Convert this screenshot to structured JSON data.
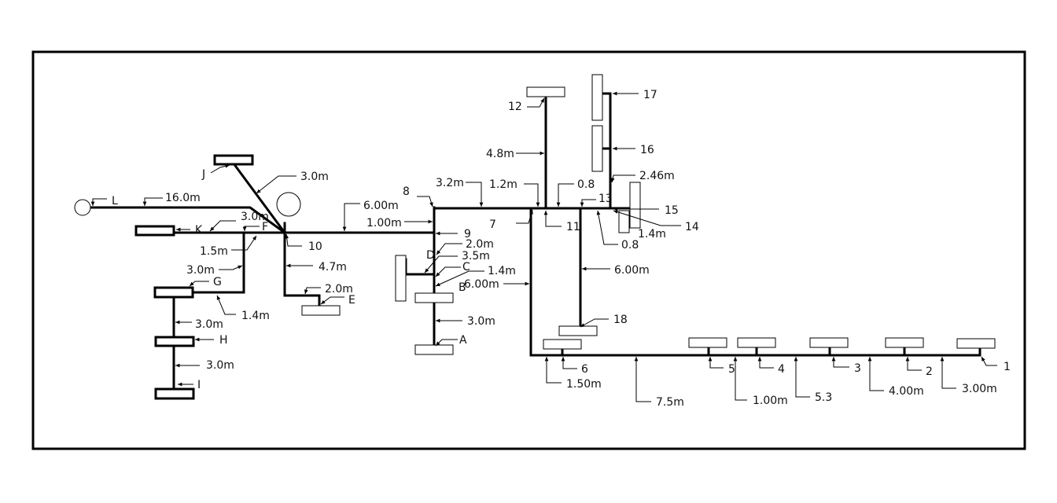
{
  "labels": {
    "L": "L",
    "K": "K",
    "F": "F",
    "J": "J",
    "G": "G",
    "H": "H",
    "I": "I",
    "E": "E",
    "D": "D",
    "C": "C",
    "B": "B",
    "A": "A",
    "n1": "1",
    "n2": "2",
    "n3": "3",
    "n4": "4",
    "n5": "5",
    "n6": "6",
    "n7": "7",
    "n8": "8",
    "n9": "9",
    "n10": "10",
    "n11": "11",
    "n12": "12",
    "n13": "13",
    "n14": "14",
    "n15": "15",
    "n16": "16",
    "n17": "17",
    "n18": "18"
  },
  "dims": {
    "d_16_0": "16.0m",
    "d_3_0_J": "3.0m",
    "d_3_0_K": "3.0m",
    "d_1_5": "1.5m",
    "d_3_0_G": "3.0m",
    "d_1_4_G": "1.4m",
    "d_3_0_H": "3.0m",
    "d_3_0_I": "3.0m",
    "d_4_7": "4.7m",
    "d_2_0_E": "2.0m",
    "d_6_00_main": "6.00m",
    "d_1_00_main": "1.00m",
    "d_2_0_D": "2.0m",
    "d_3_5": "3.5m",
    "d_1_4_C": "1.4m",
    "d_3_0_A": "3.0m",
    "d_3_2": "3.2m",
    "d_1_2": "1.2m",
    "d_0_8_top": "0.8",
    "d_4_8": "4.8m",
    "d_2_46": "2.46m",
    "d_1_4_15": "1.4m",
    "d_0_8_bot": "0.8",
    "d_6_00_18": "6.00m",
    "d_6_00_vert": "6.00m",
    "d_1_50": "1.50m",
    "d_7_5": "7.5m",
    "d_1_00_bot": "1.00m",
    "d_5_3": "5.3",
    "d_4_00": "4.00m",
    "d_3_00": "3.00m"
  }
}
